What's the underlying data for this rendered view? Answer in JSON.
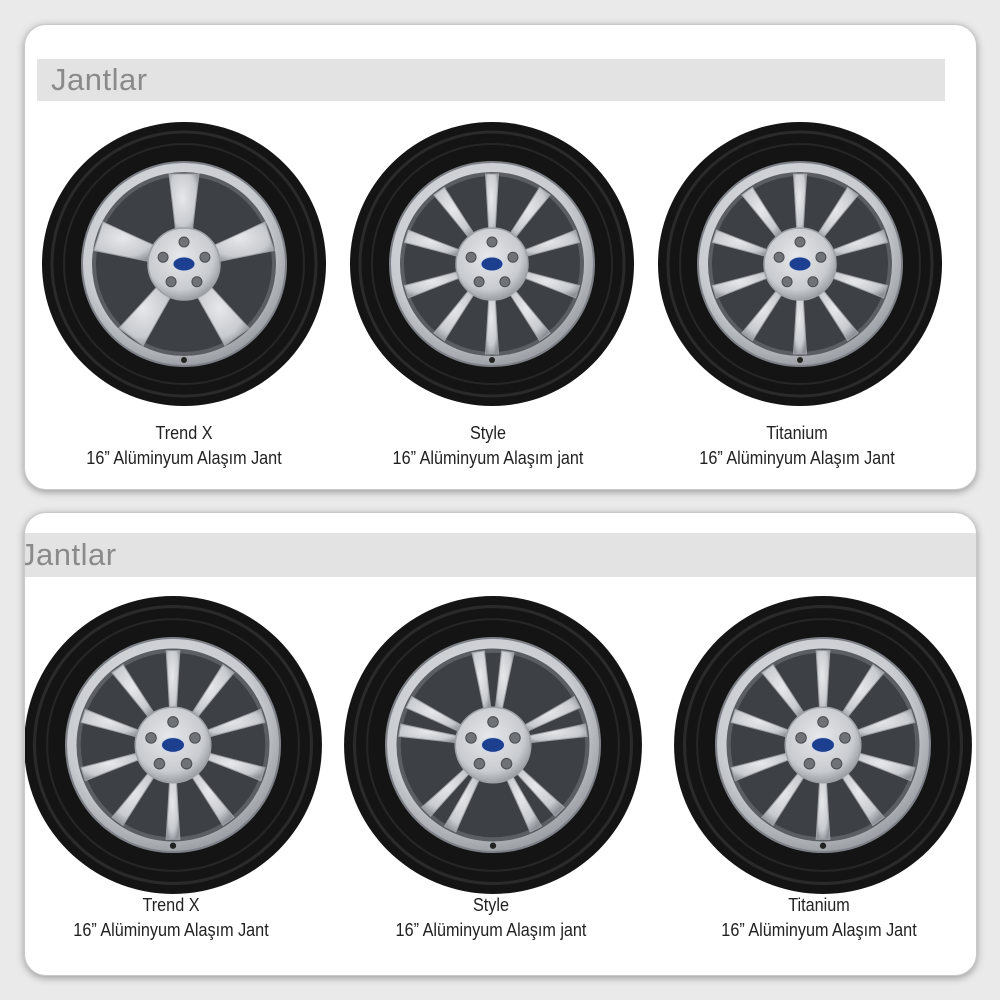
{
  "panels": [
    {
      "title": "Jantlar",
      "wheels": [
        {
          "model": "Trend X",
          "desc": "16” Alüminyum Alaşım Jant",
          "design": "5-spoke"
        },
        {
          "model": "Style",
          "desc": "16” Alüminyum Alaşım jant",
          "design": "10-spoke"
        },
        {
          "model": "Titanium",
          "desc": "16” Alüminyum Alaşım Jant",
          "design": "10-spoke"
        }
      ]
    },
    {
      "title": "Jantlar",
      "wheels": [
        {
          "model": "Trend X",
          "desc": "16” Alüminyum Alaşım Jant",
          "design": "10-spoke"
        },
        {
          "model": "Style",
          "desc": "16” Alüminyum Alaşım jant",
          "design": "5-double-spoke"
        },
        {
          "model": "Titanium",
          "desc": "16” Alüminyum Alaşım Jant",
          "design": "10-spoke"
        }
      ]
    }
  ],
  "colors": {
    "tire": "#141414",
    "rim": "#c8cbcf",
    "rim_dark": "#8e9298",
    "ford_badge": "#1d3f8f",
    "header_bar": "#e3e3e3",
    "header_text": "#8a8a8a"
  }
}
